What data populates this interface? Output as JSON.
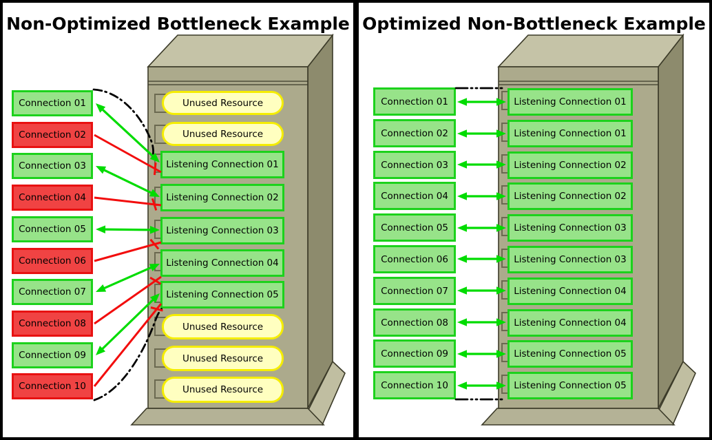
{
  "colors": {
    "green_fill": "#97E389",
    "green_border": "#1CD21C",
    "red_fill": "#F04343",
    "red_border": "#E81111",
    "yellow_fill": "#FFFFC0",
    "yellow_border": "#F5ED00",
    "arrow_green": "#00DC00",
    "arrow_red": "#F20D0D",
    "bracket_line": "#000000",
    "server_front": "#ACAA8C",
    "server_top": "#C5C3A7",
    "server_side": "#8D8B6D",
    "server_base": "#B4B296",
    "server_fin": "#C0BEA1",
    "server_outline": "#3B3A28"
  },
  "left_panel": {
    "title": "Non-Optimized Bottleneck Example",
    "connections": [
      {
        "label": "Connection 01",
        "state": "connected"
      },
      {
        "label": "Connection 02",
        "state": "blocked"
      },
      {
        "label": "Connection 03",
        "state": "connected"
      },
      {
        "label": "Connection 04",
        "state": "blocked"
      },
      {
        "label": "Connection 05",
        "state": "connected"
      },
      {
        "label": "Connection 06",
        "state": "blocked"
      },
      {
        "label": "Connection 07",
        "state": "connected"
      },
      {
        "label": "Connection 08",
        "state": "blocked"
      },
      {
        "label": "Connection 09",
        "state": "connected"
      },
      {
        "label": "Connection 10",
        "state": "blocked"
      }
    ],
    "server_slots": [
      {
        "label": "Unused Resource",
        "type": "unused"
      },
      {
        "label": "Unused Resource",
        "type": "unused"
      },
      {
        "label": "Listening Connection 01",
        "type": "listening"
      },
      {
        "label": "Listening Connection 02",
        "type": "listening"
      },
      {
        "label": "Listening Connection 03",
        "type": "listening"
      },
      {
        "label": "Listening Connection 04",
        "type": "listening"
      },
      {
        "label": "Listening Connection 05",
        "type": "listening"
      },
      {
        "label": "Unused Resource",
        "type": "unused"
      },
      {
        "label": "Unused Resource",
        "type": "unused"
      },
      {
        "label": "Unused Resource",
        "type": "unused"
      }
    ],
    "links": [
      {
        "connection": "Connection 01",
        "target": "Listening Connection 01",
        "conn_index": 0,
        "slot_index": 2,
        "status": "connected"
      },
      {
        "connection": "Connection 02",
        "target": "Listening Connection 01",
        "conn_index": 1,
        "slot_index": 2,
        "status": "blocked"
      },
      {
        "connection": "Connection 03",
        "target": "Listening Connection 02",
        "conn_index": 2,
        "slot_index": 3,
        "status": "connected"
      },
      {
        "connection": "Connection 04",
        "target": "Listening Connection 02",
        "conn_index": 3,
        "slot_index": 3,
        "status": "blocked"
      },
      {
        "connection": "Connection 05",
        "target": "Listening Connection 03",
        "conn_index": 4,
        "slot_index": 4,
        "status": "connected"
      },
      {
        "connection": "Connection 06",
        "target": "Listening Connection 03",
        "conn_index": 5,
        "slot_index": 4,
        "status": "blocked"
      },
      {
        "connection": "Connection 07",
        "target": "Listening Connection 04",
        "conn_index": 6,
        "slot_index": 5,
        "status": "connected"
      },
      {
        "connection": "Connection 08",
        "target": "Listening Connection 04",
        "conn_index": 7,
        "slot_index": 5,
        "status": "blocked"
      },
      {
        "connection": "Connection 09",
        "target": "Listening Connection 05",
        "conn_index": 8,
        "slot_index": 6,
        "status": "connected"
      },
      {
        "connection": "Connection 10",
        "target": "Listening Connection 05",
        "conn_index": 9,
        "slot_index": 6,
        "status": "blocked"
      }
    ]
  },
  "right_panel": {
    "title": "Optimized Non-Bottleneck Example",
    "connections": [
      {
        "label": "Connection 01",
        "state": "connected"
      },
      {
        "label": "Connection 02",
        "state": "connected"
      },
      {
        "label": "Connection 03",
        "state": "connected"
      },
      {
        "label": "Connection 04",
        "state": "connected"
      },
      {
        "label": "Connection 05",
        "state": "connected"
      },
      {
        "label": "Connection 06",
        "state": "connected"
      },
      {
        "label": "Connection 07",
        "state": "connected"
      },
      {
        "label": "Connection 08",
        "state": "connected"
      },
      {
        "label": "Connection 09",
        "state": "connected"
      },
      {
        "label": "Connection 10",
        "state": "connected"
      }
    ],
    "server_slots": [
      {
        "label": "Listening Connection 01",
        "type": "listening"
      },
      {
        "label": "Listening Connection 01",
        "type": "listening"
      },
      {
        "label": "Listening Connection 02",
        "type": "listening"
      },
      {
        "label": "Listening Connection 02",
        "type": "listening"
      },
      {
        "label": "Listening Connection 03",
        "type": "listening"
      },
      {
        "label": "Listening Connection 03",
        "type": "listening"
      },
      {
        "label": "Listening Connection 04",
        "type": "listening"
      },
      {
        "label": "Listening Connection 04",
        "type": "listening"
      },
      {
        "label": "Listening Connection 05",
        "type": "listening"
      },
      {
        "label": "Listening Connection 05",
        "type": "listening"
      }
    ],
    "links": [
      {
        "connection": "Connection 01",
        "target": "Listening Connection 01",
        "conn_index": 0,
        "slot_index": 0,
        "status": "connected"
      },
      {
        "connection": "Connection 02",
        "target": "Listening Connection 01",
        "conn_index": 1,
        "slot_index": 1,
        "status": "connected"
      },
      {
        "connection": "Connection 03",
        "target": "Listening Connection 02",
        "conn_index": 2,
        "slot_index": 2,
        "status": "connected"
      },
      {
        "connection": "Connection 04",
        "target": "Listening Connection 02",
        "conn_index": 3,
        "slot_index": 3,
        "status": "connected"
      },
      {
        "connection": "Connection 05",
        "target": "Listening Connection 03",
        "conn_index": 4,
        "slot_index": 4,
        "status": "connected"
      },
      {
        "connection": "Connection 06",
        "target": "Listening Connection 03",
        "conn_index": 5,
        "slot_index": 5,
        "status": "connected"
      },
      {
        "connection": "Connection 07",
        "target": "Listening Connection 04",
        "conn_index": 6,
        "slot_index": 6,
        "status": "connected"
      },
      {
        "connection": "Connection 08",
        "target": "Listening Connection 04",
        "conn_index": 7,
        "slot_index": 7,
        "status": "connected"
      },
      {
        "connection": "Connection 09",
        "target": "Listening Connection 05",
        "conn_index": 8,
        "slot_index": 8,
        "status": "connected"
      },
      {
        "connection": "Connection 10",
        "target": "Listening Connection 05",
        "conn_index": 9,
        "slot_index": 9,
        "status": "connected"
      }
    ]
  }
}
